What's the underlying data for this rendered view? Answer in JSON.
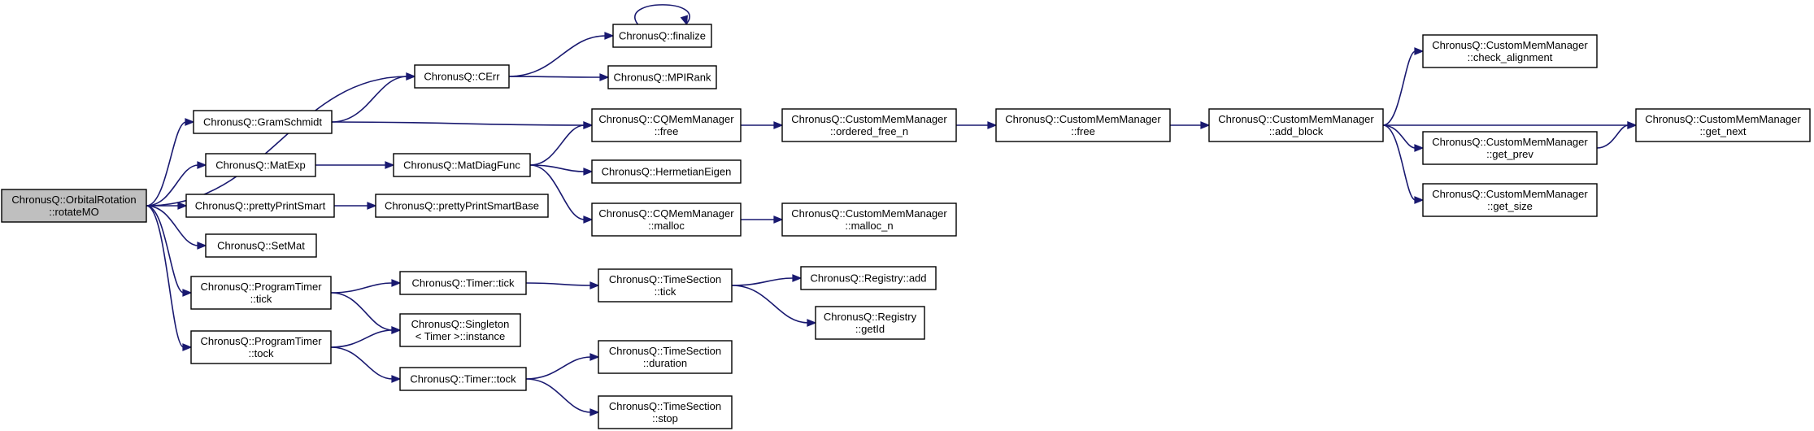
{
  "colors": {
    "edge": "#191970",
    "node_fill": "#ffffff",
    "node_border": "#000000",
    "root_fill": "#bfbfbf",
    "text": "#000000"
  },
  "nodes": [
    {
      "id": "rotateMO",
      "lines": [
        "ChronusQ::OrbitalRotation",
        "::rotateMO"
      ],
      "root": true
    },
    {
      "id": "GramSchmidt",
      "lines": [
        "ChronusQ::GramSchmidt"
      ]
    },
    {
      "id": "MatExp",
      "lines": [
        "ChronusQ::MatExp"
      ]
    },
    {
      "id": "prettyPrintSmart",
      "lines": [
        "ChronusQ::prettyPrintSmart"
      ]
    },
    {
      "id": "SetMat",
      "lines": [
        "ChronusQ::SetMat"
      ]
    },
    {
      "id": "ProgramTimer_tick",
      "lines": [
        "ChronusQ::ProgramTimer",
        "::tick"
      ]
    },
    {
      "id": "ProgramTimer_tock",
      "lines": [
        "ChronusQ::ProgramTimer",
        "::tock"
      ]
    },
    {
      "id": "CErr",
      "lines": [
        "ChronusQ::CErr"
      ]
    },
    {
      "id": "MatDiagFunc",
      "lines": [
        "ChronusQ::MatDiagFunc"
      ]
    },
    {
      "id": "prettyPrintSmartBase",
      "lines": [
        "ChronusQ::prettyPrintSmartBase"
      ]
    },
    {
      "id": "Timer_tick",
      "lines": [
        "ChronusQ::Timer::tick"
      ]
    },
    {
      "id": "Singleton_instance",
      "lines": [
        "ChronusQ::Singleton",
        "< Timer >::instance"
      ]
    },
    {
      "id": "Timer_tock",
      "lines": [
        "ChronusQ::Timer::tock"
      ]
    },
    {
      "id": "finalize",
      "lines": [
        "ChronusQ::finalize"
      ]
    },
    {
      "id": "MPIRank",
      "lines": [
        "ChronusQ::MPIRank"
      ]
    },
    {
      "id": "CQ_free",
      "lines": [
        "ChronusQ::CQMemManager",
        "::free"
      ]
    },
    {
      "id": "HermetianEigen",
      "lines": [
        "ChronusQ::HermetianEigen"
      ]
    },
    {
      "id": "CQ_malloc",
      "lines": [
        "ChronusQ::CQMemManager",
        "::malloc"
      ]
    },
    {
      "id": "TimeSection_tick",
      "lines": [
        "ChronusQ::TimeSection",
        "::tick"
      ]
    },
    {
      "id": "TimeSection_duration",
      "lines": [
        "ChronusQ::TimeSection",
        "::duration"
      ]
    },
    {
      "id": "TimeSection_stop",
      "lines": [
        "ChronusQ::TimeSection",
        "::stop"
      ]
    },
    {
      "id": "ordered_free_n",
      "lines": [
        "ChronusQ::CustomMemManager",
        "::ordered_free_n"
      ]
    },
    {
      "id": "malloc_n",
      "lines": [
        "ChronusQ::CustomMemManager",
        "::malloc_n"
      ]
    },
    {
      "id": "Registry_add",
      "lines": [
        "ChronusQ::Registry::add"
      ]
    },
    {
      "id": "Registry_getId",
      "lines": [
        "ChronusQ::Registry",
        "::getId"
      ]
    },
    {
      "id": "CMM_free",
      "lines": [
        "ChronusQ::CustomMemManager",
        "::free"
      ]
    },
    {
      "id": "add_block",
      "lines": [
        "ChronusQ::CustomMemManager",
        "::add_block"
      ]
    },
    {
      "id": "check_alignment",
      "lines": [
        "ChronusQ::CustomMemManager",
        "::check_alignment"
      ]
    },
    {
      "id": "get_prev",
      "lines": [
        "ChronusQ::CustomMemManager",
        "::get_prev"
      ]
    },
    {
      "id": "get_size",
      "lines": [
        "ChronusQ::CustomMemManager",
        "::get_size"
      ]
    },
    {
      "id": "get_next",
      "lines": [
        "ChronusQ::CustomMemManager",
        "::get_next"
      ]
    }
  ],
  "edges": [
    {
      "from": "rotateMO",
      "to": "CErr"
    },
    {
      "from": "rotateMO",
      "to": "GramSchmidt"
    },
    {
      "from": "rotateMO",
      "to": "MatExp"
    },
    {
      "from": "rotateMO",
      "to": "prettyPrintSmart"
    },
    {
      "from": "rotateMO",
      "to": "SetMat"
    },
    {
      "from": "rotateMO",
      "to": "ProgramTimer_tick"
    },
    {
      "from": "rotateMO",
      "to": "ProgramTimer_tock"
    },
    {
      "from": "GramSchmidt",
      "to": "CErr"
    },
    {
      "from": "GramSchmidt",
      "to": "CQ_free"
    },
    {
      "from": "CErr",
      "to": "finalize"
    },
    {
      "from": "CErr",
      "to": "MPIRank"
    },
    {
      "from": "finalize",
      "to": "finalize"
    },
    {
      "from": "MatExp",
      "to": "MatDiagFunc"
    },
    {
      "from": "MatDiagFunc",
      "to": "CQ_free"
    },
    {
      "from": "MatDiagFunc",
      "to": "HermetianEigen"
    },
    {
      "from": "MatDiagFunc",
      "to": "CQ_malloc"
    },
    {
      "from": "prettyPrintSmart",
      "to": "prettyPrintSmartBase"
    },
    {
      "from": "ProgramTimer_tick",
      "to": "Timer_tick"
    },
    {
      "from": "ProgramTimer_tick",
      "to": "Singleton_instance"
    },
    {
      "from": "ProgramTimer_tock",
      "to": "Singleton_instance"
    },
    {
      "from": "ProgramTimer_tock",
      "to": "Timer_tock"
    },
    {
      "from": "Timer_tick",
      "to": "TimeSection_tick"
    },
    {
      "from": "Timer_tock",
      "to": "TimeSection_duration"
    },
    {
      "from": "Timer_tock",
      "to": "TimeSection_stop"
    },
    {
      "from": "TimeSection_tick",
      "to": "Registry_add"
    },
    {
      "from": "TimeSection_tick",
      "to": "Registry_getId"
    },
    {
      "from": "CQ_free",
      "to": "ordered_free_n"
    },
    {
      "from": "CQ_malloc",
      "to": "malloc_n"
    },
    {
      "from": "ordered_free_n",
      "to": "CMM_free"
    },
    {
      "from": "CMM_free",
      "to": "add_block"
    },
    {
      "from": "add_block",
      "to": "check_alignment"
    },
    {
      "from": "add_block",
      "to": "get_next"
    },
    {
      "from": "add_block",
      "to": "get_prev"
    },
    {
      "from": "add_block",
      "to": "get_size"
    },
    {
      "from": "get_prev",
      "to": "get_next"
    }
  ]
}
